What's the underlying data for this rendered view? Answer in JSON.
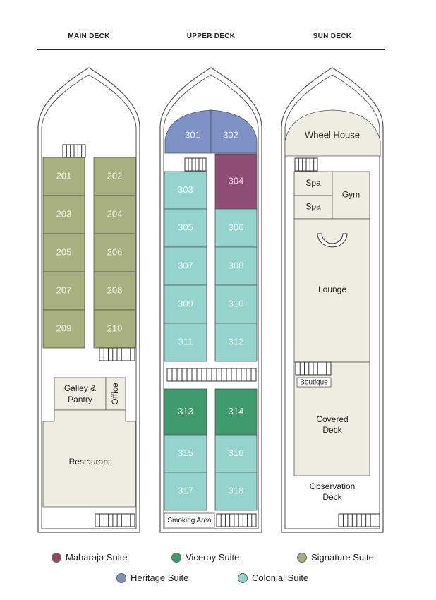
{
  "decks": {
    "main": "MAIN DECK",
    "upper": "UPPER DECK",
    "sun": "SUN DECK"
  },
  "cabins": {
    "main": [
      "201",
      "202",
      "203",
      "204",
      "205",
      "206",
      "207",
      "208",
      "209",
      "210"
    ],
    "upper_dome": [
      "301",
      "302"
    ],
    "upper_block1": [
      "303",
      "304",
      "305",
      "306",
      "307",
      "308",
      "309",
      "310",
      "311",
      "312"
    ],
    "upper_block2": [
      "313",
      "314",
      "315",
      "316",
      "317",
      "318"
    ]
  },
  "rooms": {
    "galley": [
      "Galley &",
      "Pantry"
    ],
    "office": "Office",
    "restaurant": "Restaurant",
    "smoking": "Smoking Area",
    "wheelhouse": "Wheel House",
    "spa1": "Spa",
    "spa2": "Spa",
    "gym": "Gym",
    "lounge": "Lounge",
    "boutique": "Boutique",
    "covered": [
      "Covered",
      "Deck"
    ],
    "observation": [
      "Observation",
      "Deck"
    ]
  },
  "legend": [
    {
      "label": "Maharaja Suite",
      "color": "#8b4a63"
    },
    {
      "label": "Viceroy Suite",
      "color": "#3f9a6e"
    },
    {
      "label": "Signature Suite",
      "color": "#a9ad86"
    },
    {
      "label": "Heritage Suite",
      "color": "#7d8fbf"
    },
    {
      "label": "Colonial Suite",
      "color": "#8fd0c9"
    }
  ],
  "colors": {
    "signature": "#a9b07f",
    "colonial": "#95d3cd",
    "viceroy": "#3f9a6e",
    "maharaja": "#8e4d75",
    "heritage": "#7e92c6",
    "room": "#efede2",
    "line": "#555555"
  }
}
